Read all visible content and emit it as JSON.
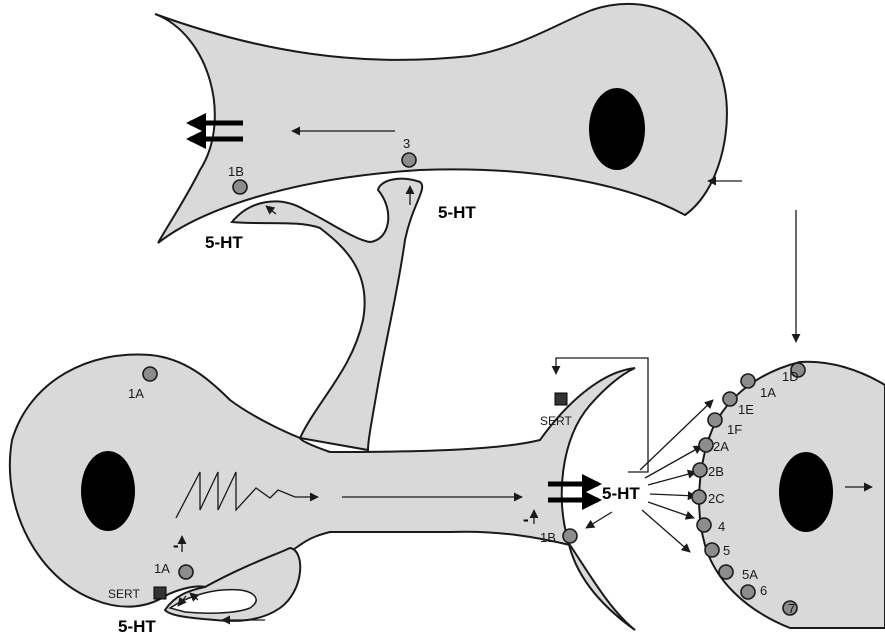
{
  "labels": {
    "neurotransmitter": "5-HT",
    "transporter": "SERT",
    "inhibit_mark": "-"
  },
  "upper_receptors": [
    "1B",
    "3"
  ],
  "lower_left_receptors": [
    "1A",
    "1A"
  ],
  "lower_right_receptors": [
    "1B"
  ],
  "target_receptors": [
    "1D",
    "1A",
    "1E",
    "1F",
    "2A",
    "2B",
    "2C",
    "4",
    "5",
    "5A",
    "6",
    "7"
  ],
  "colors": {
    "cell_fill": "#d9d9d9",
    "outline": "#1a1a1a",
    "nucleus": "#000000",
    "receptor": "#8c8c8c",
    "sert": "#333333"
  }
}
